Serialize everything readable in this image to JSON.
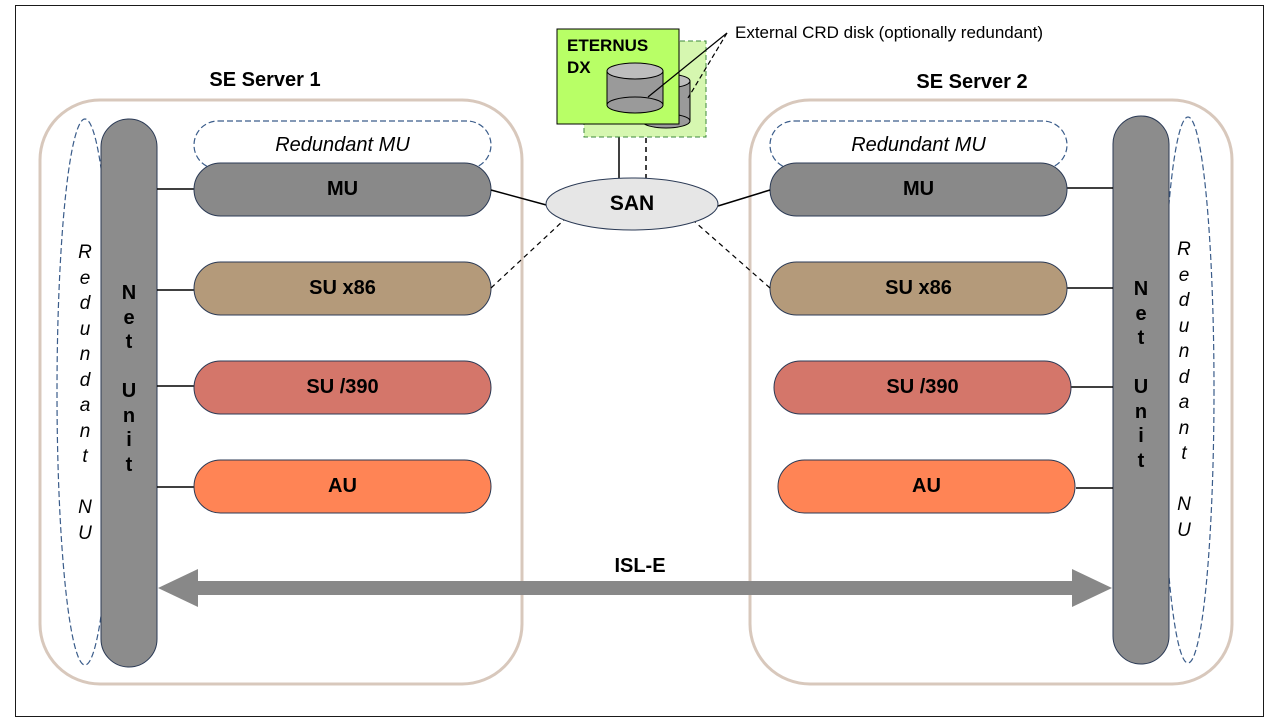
{
  "server1": {
    "title": "SE Server 1",
    "redundant_mu": "Redundant MU",
    "units": {
      "mu": "MU",
      "su_x86": "SU x86",
      "su_390": "SU /390",
      "au": "AU"
    },
    "net_unit": "Net Unit",
    "redundant_nu": "Redundant NU"
  },
  "server2": {
    "title": "SE Server 2",
    "redundant_mu": "Redundant MU",
    "units": {
      "mu": "MU",
      "su_x86": "SU x86",
      "su_390": "SU /390",
      "au": "AU"
    },
    "net_unit": "Net Unit",
    "redundant_nu": "Redundant NU"
  },
  "san": "SAN",
  "storage": {
    "name_line1": "ETERNUS",
    "name_line2": "DX",
    "callout": "External CRD disk (optionally redundant)"
  },
  "isl": "ISL-E",
  "colors": {
    "server_border": "#d8c8bc",
    "net_unit": "#8c8c8c",
    "mu": "#898989",
    "su_x86": "#b49a7a",
    "su_390": "#d4766a",
    "au": "#ff8455",
    "san": "#e6e6e6",
    "storage": "#b8ff66",
    "storage_back": "#d6f7b0",
    "dashed": "#3a5c8a",
    "arrow": "#888888"
  }
}
